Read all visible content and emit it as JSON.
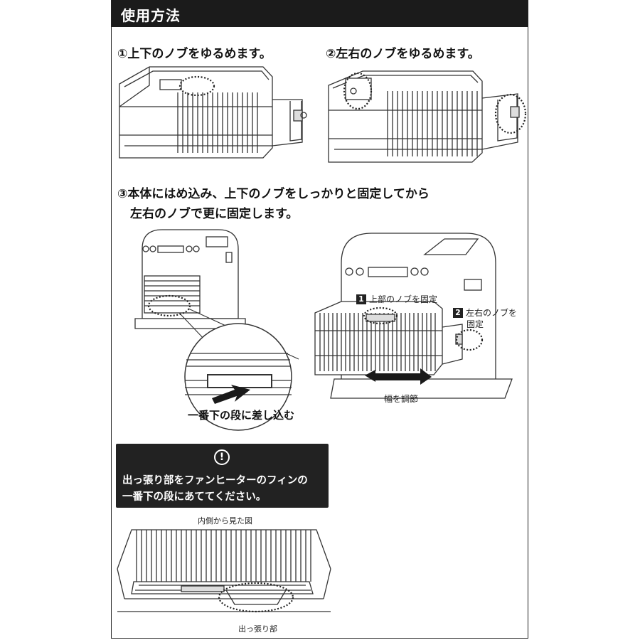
{
  "header": {
    "title": "使用方法"
  },
  "steps": {
    "step1": "①上下のノブをゆるめます。",
    "step2": "②左右のノブをゆるめます。",
    "step3_line1": "③本体にはめ込み、上下のノブをしっかりと固定してから",
    "step3_line2": "左右のノブで更に固定します。"
  },
  "callouts": {
    "insert_label": "一番下の段に差し込む",
    "fix_top_num": "1",
    "fix_top_label": "上部のノブを固定",
    "fix_side_num": "2",
    "fix_side_label_1": "左右のノブを",
    "fix_side_label_2": "固定",
    "width_adjust": "幅を調節"
  },
  "warning": {
    "icon": "exclamation-circle-icon",
    "line1": "出っ張り部をファンヒーターのフィンの",
    "line2": "一番下の段にあててください。"
  },
  "inner_view": {
    "caption": "内側から見た図",
    "protrusion_label": "出っ張り部"
  }
}
